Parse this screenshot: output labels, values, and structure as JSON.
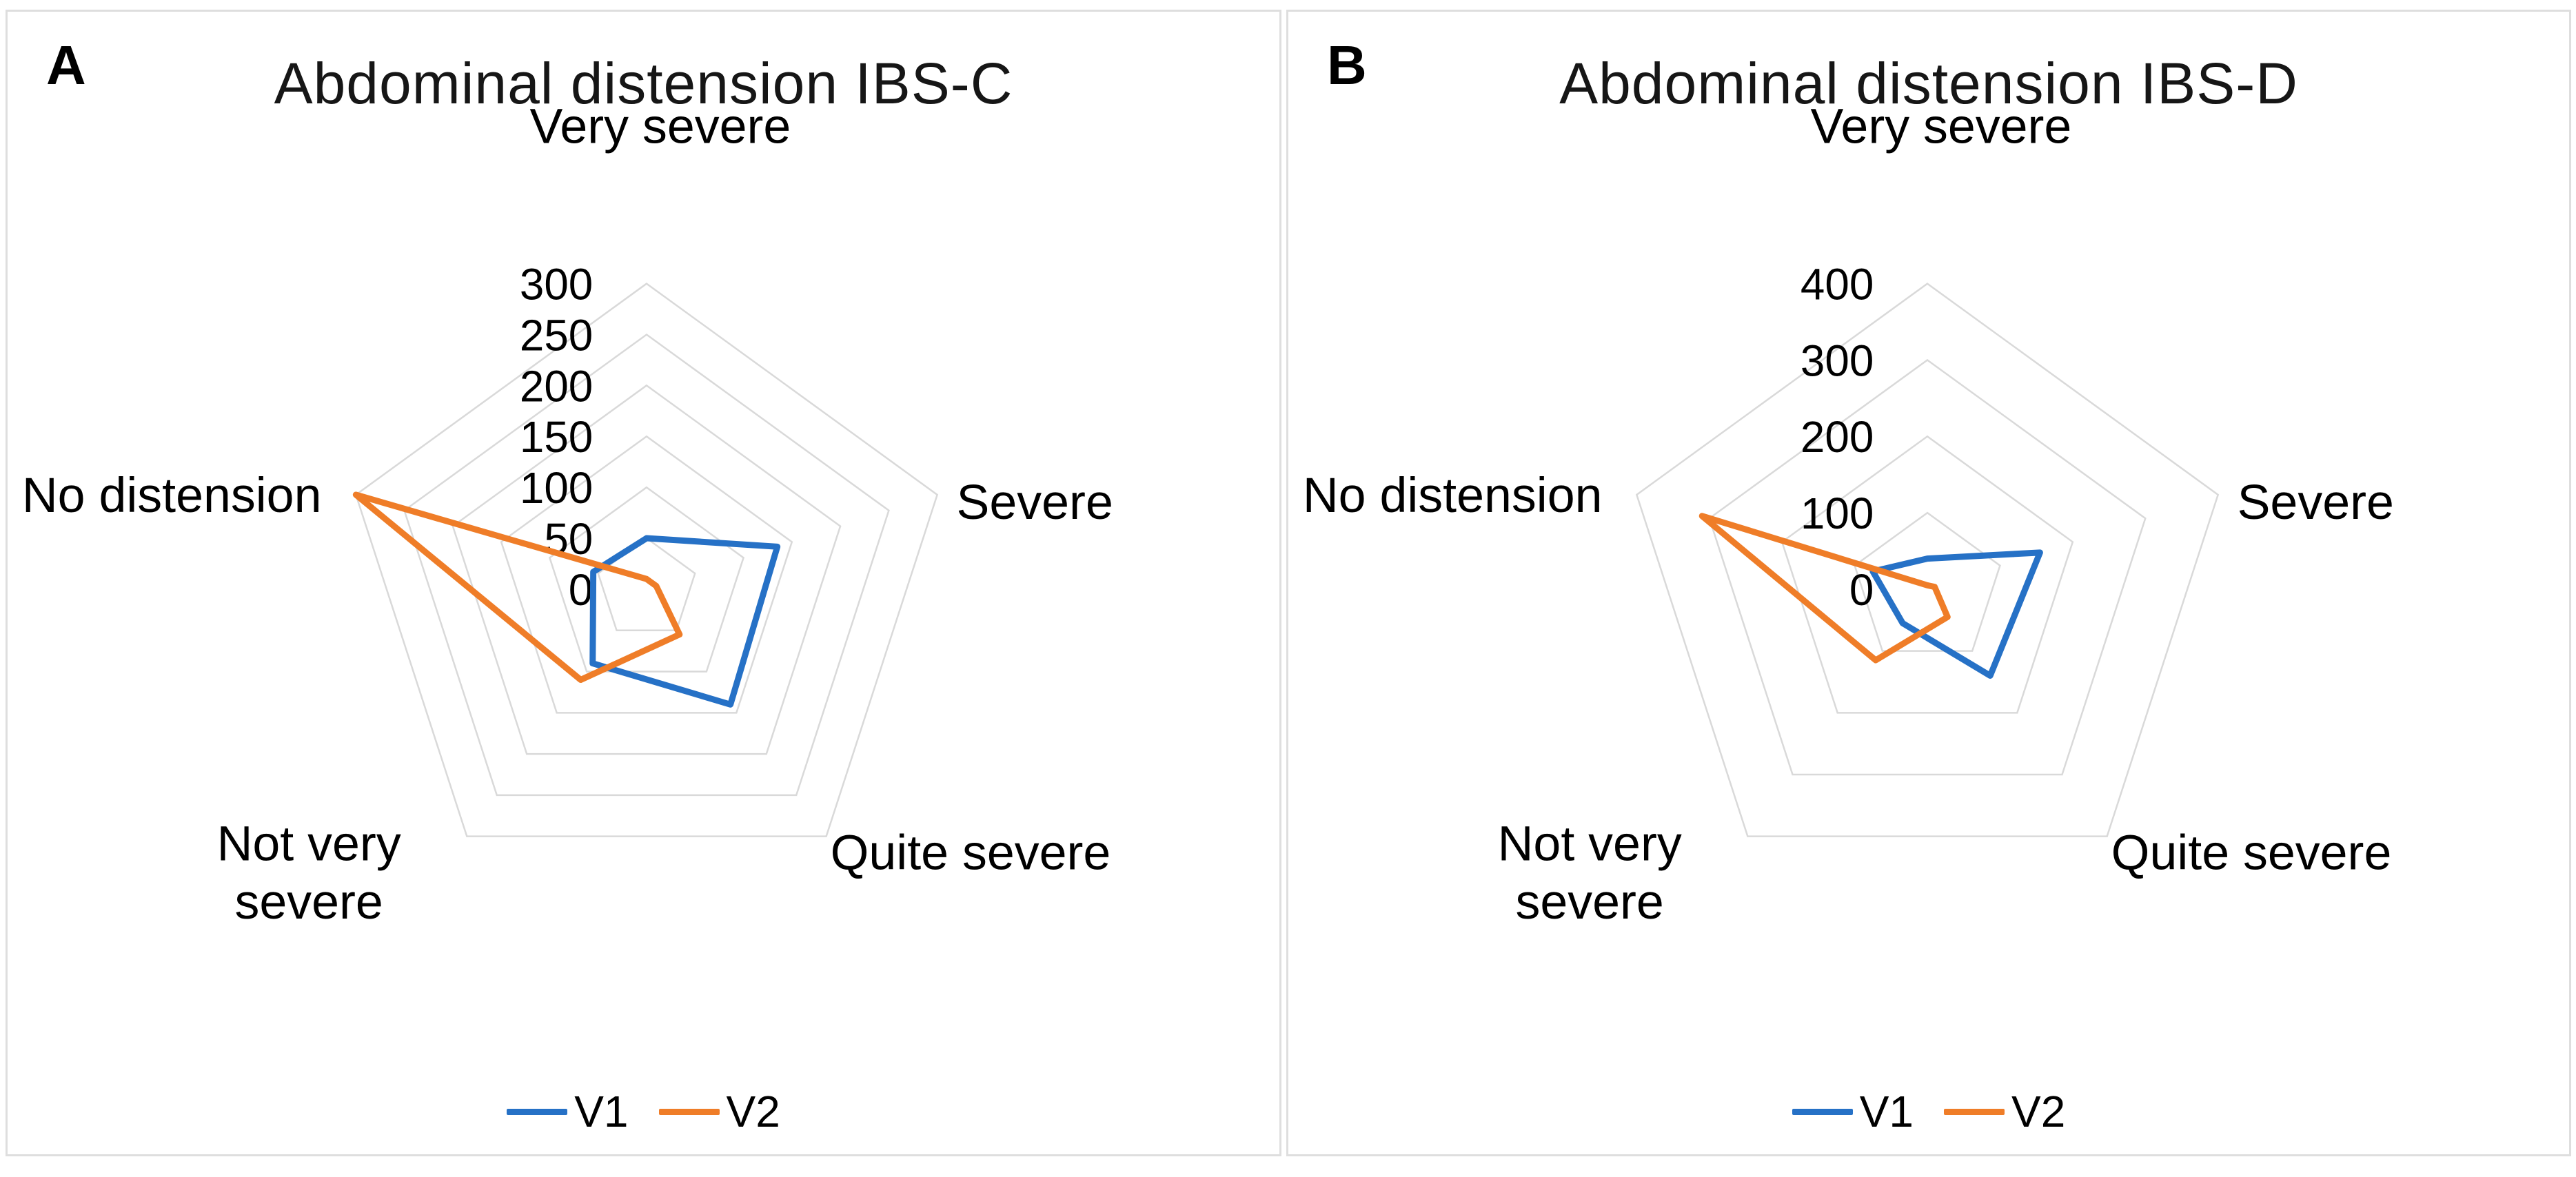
{
  "figure": {
    "background_color": "#FFFFFF",
    "panel_border_color": "#DEDEDE",
    "panels": [
      {
        "letter": "A",
        "title": "Abdominal distension IBS-C"
      },
      {
        "letter": "B",
        "title": "Abdominal distension IBS-D"
      }
    ]
  },
  "colors": {
    "series_v1": "#2671C6",
    "series_v2": "#EF7D28",
    "gridline": "#D9D9D9",
    "text": "#000000"
  },
  "chart_data": [
    {
      "type": "radar",
      "panel_letter": "A",
      "title": "Abdominal distension IBS-C",
      "categories": [
        "Very severe",
        "Severe",
        "Quite severe",
        "Not very severe",
        "No distension"
      ],
      "category_lines": [
        [
          "Very severe"
        ],
        [
          "Severe"
        ],
        [
          "Quite severe"
        ],
        [
          "Not very",
          "severe"
        ],
        [
          "No distension"
        ]
      ],
      "rmax": 300,
      "tick_values": [
        0,
        50,
        100,
        150,
        200,
        250,
        300
      ],
      "tick_labels": [
        "0",
        "50",
        "100",
        "150",
        "200",
        "250",
        "300"
      ],
      "grid": true,
      "spokes": false,
      "legend_position": "bottom",
      "series": [
        {
          "name": "V1",
          "color": "#2671C6",
          "values": [
            50,
            135,
            140,
            90,
            55
          ]
        },
        {
          "name": "V2",
          "color": "#EF7D28",
          "values": [
            10,
            10,
            55,
            110,
            300
          ]
        }
      ]
    },
    {
      "type": "radar",
      "panel_letter": "B",
      "title": "Abdominal distension IBS-D",
      "categories": [
        "Very severe",
        "Severe",
        "Quite severe",
        "Not very severe",
        "No distension"
      ],
      "category_lines": [
        [
          "Very severe"
        ],
        [
          "Severe"
        ],
        [
          "Quite severe"
        ],
        [
          "Not very",
          "severe"
        ],
        [
          "No distension"
        ]
      ],
      "rmax": 400,
      "tick_values": [
        0,
        100,
        200,
        300,
        400
      ],
      "tick_labels": [
        "0",
        "100",
        "200",
        "300",
        "400"
      ],
      "grid": true,
      "spokes": false,
      "legend_position": "bottom",
      "series": [
        {
          "name": "V1",
          "color": "#2671C6",
          "values": [
            40,
            155,
            140,
            55,
            75
          ]
        },
        {
          "name": "V2",
          "color": "#EF7D28",
          "values": [
            5,
            10,
            45,
            115,
            310
          ]
        }
      ]
    }
  ]
}
